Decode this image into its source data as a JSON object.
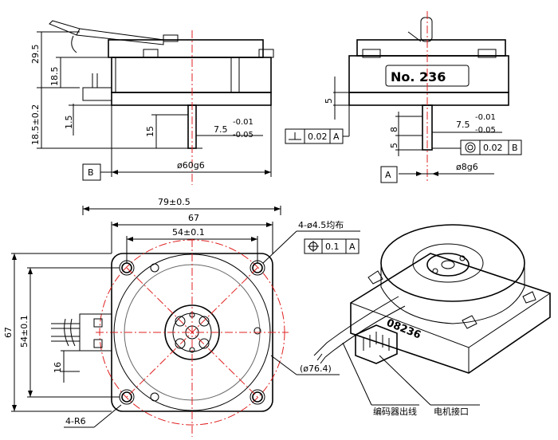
{
  "side_view": {
    "dim_29_5": "29.5",
    "dim_18_5": "18.5",
    "dim_18_5_tol": "18.5±0.2",
    "dim_1_5": "1.5",
    "dim_15": "15",
    "dim_7_5": "7.5",
    "tol_upper": "-0.01",
    "tol_lower": "-0.05",
    "dia_60": "ø60g6",
    "datum_b": "B"
  },
  "front_side_view": {
    "serial_plate": "No. 236",
    "dim_5_top": "5",
    "flatness_value": "0.02",
    "datum_a_ref": "A",
    "dim_8": "8",
    "dim_5": "5",
    "dim_7_5": "7.5",
    "tol_upper": "-0.01",
    "tol_lower": "-0.05",
    "concentricity_value": "0.02",
    "datum_b_ref": "B",
    "dia_8": "ø8g6",
    "datum_a": "A"
  },
  "top_view": {
    "dim_79": "79±0.5",
    "dim_67_top": "67",
    "dim_54_top": "54±0.1",
    "dim_67_left": "67",
    "dim_54_left": "54±0.1",
    "dim_16": "16",
    "holes_note": "4-ø4.5均布",
    "position_value": "0.1",
    "position_datum": "A",
    "pcd": "(ø76.4)",
    "radius_note": "4-R6"
  },
  "iso_view": {
    "label_encoder": "编码器出线",
    "label_motor": "电机接口",
    "serial": "08236"
  }
}
